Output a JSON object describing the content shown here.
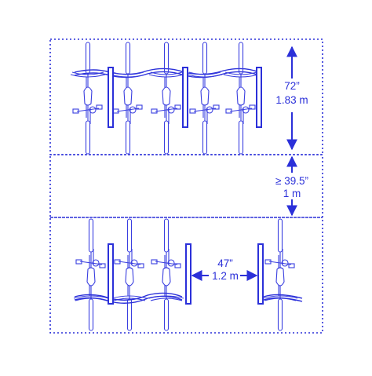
{
  "colors": {
    "primary": "#2b30d9",
    "bike": "#3a3fe0",
    "background": "#ffffff"
  },
  "dimensions": {
    "rack_depth": {
      "imperial": "72”",
      "metric": "1.83 m"
    },
    "aisle_min": {
      "imperial": "≥ 39.5”",
      "metric": "1 m"
    },
    "rack_gap": {
      "imperial": "47”",
      "metric": "1.2 m"
    }
  }
}
